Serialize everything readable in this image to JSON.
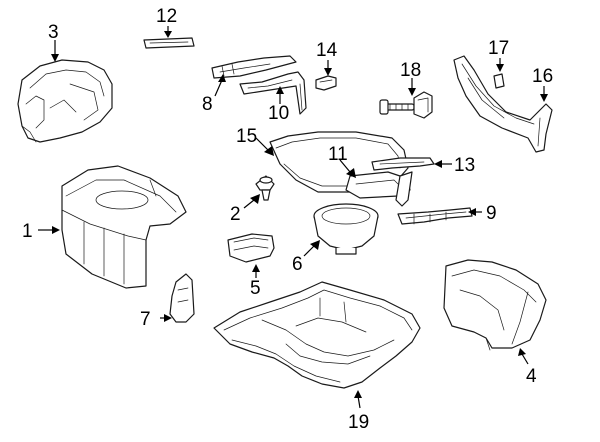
{
  "callouts": [
    {
      "id": "c1",
      "label": "1"
    },
    {
      "id": "c2",
      "label": "2"
    },
    {
      "id": "c3",
      "label": "3"
    },
    {
      "id": "c4",
      "label": "4"
    },
    {
      "id": "c5",
      "label": "5"
    },
    {
      "id": "c6",
      "label": "6"
    },
    {
      "id": "c7",
      "label": "7"
    },
    {
      "id": "c8",
      "label": "8"
    },
    {
      "id": "c9",
      "label": "9"
    },
    {
      "id": "c10",
      "label": "10"
    },
    {
      "id": "c11",
      "label": "11"
    },
    {
      "id": "c12",
      "label": "12"
    },
    {
      "id": "c13",
      "label": "13"
    },
    {
      "id": "c14",
      "label": "14"
    },
    {
      "id": "c15",
      "label": "15"
    },
    {
      "id": "c16",
      "label": "16"
    },
    {
      "id": "c17",
      "label": "17"
    },
    {
      "id": "c18",
      "label": "18"
    },
    {
      "id": "c19",
      "label": "19"
    }
  ],
  "colors": {
    "line": "#1a1a1a",
    "background": "#ffffff"
  }
}
